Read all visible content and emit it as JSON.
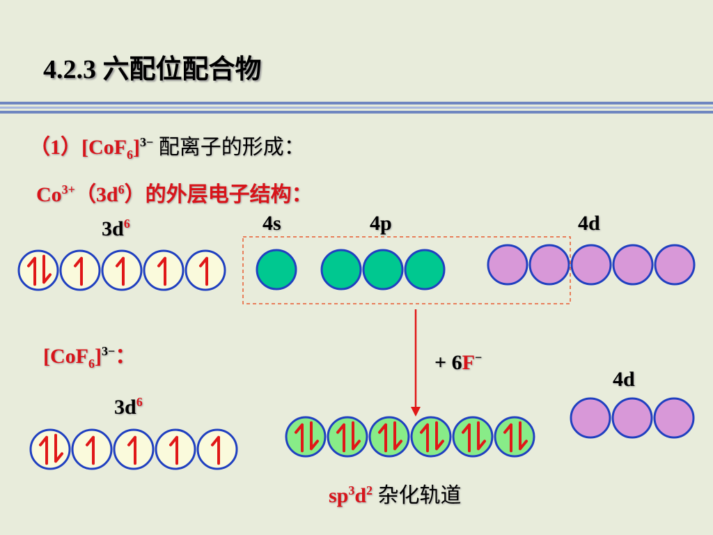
{
  "title": "4.2.3  六配位配合物",
  "line1": {
    "prefix": "（1）",
    "ion_base": "[CoF",
    "ion_sub": "6",
    "ion_close": "]",
    "ion_charge": "3−",
    "suffix": " 配离子的形成："
  },
  "line2": {
    "ion": "Co",
    "ion_charge": "3+",
    "paren_open": "（3d",
    "config_sup": "6",
    "paren_close": "）",
    "suffix": "的外层电子结构："
  },
  "labels": {
    "top_3d_base": "3d",
    "top_3d_sup": "6",
    "top_4s": "4s",
    "top_4p": "4p",
    "top_4d": "4d",
    "complex_base": "[CoF",
    "complex_sub": "6",
    "complex_close": "]",
    "complex_charge": "3−",
    "complex_colon": "：",
    "bottom_3d_base": "3d",
    "bottom_3d_sup": "6",
    "plus_text": "+ 6",
    "plus_ion": "F",
    "plus_charge": "−",
    "bottom_4d": "4d",
    "hybrid_base": "sp",
    "hybrid_sup1": "3",
    "hybrid_d": "d",
    "hybrid_sup2": "2",
    "hybrid_text": " 杂化轨道"
  },
  "colors": {
    "d_orbital_fill": "#fafadc",
    "orbital_border": "#2040c0",
    "s_p_fill": "#00c890",
    "d4_fill": "#d898d8",
    "hybrid_fill": "#88ec88",
    "arrow_red": "#e01818",
    "dashed_box": "#e85a30"
  },
  "orbitals": {
    "top_3d": [
      "paired",
      "up",
      "up",
      "up",
      "up"
    ],
    "top_4s": [
      "empty"
    ],
    "top_4p": [
      "empty",
      "empty",
      "empty"
    ],
    "top_4d": [
      "empty",
      "empty",
      "empty",
      "empty",
      "empty"
    ],
    "bottom_3d": [
      "paired",
      "up",
      "up",
      "up",
      "up"
    ],
    "hybrid": [
      "paired",
      "paired",
      "paired",
      "paired",
      "paired",
      "paired"
    ],
    "bottom_4d": [
      "empty",
      "empty",
      "empty"
    ]
  }
}
